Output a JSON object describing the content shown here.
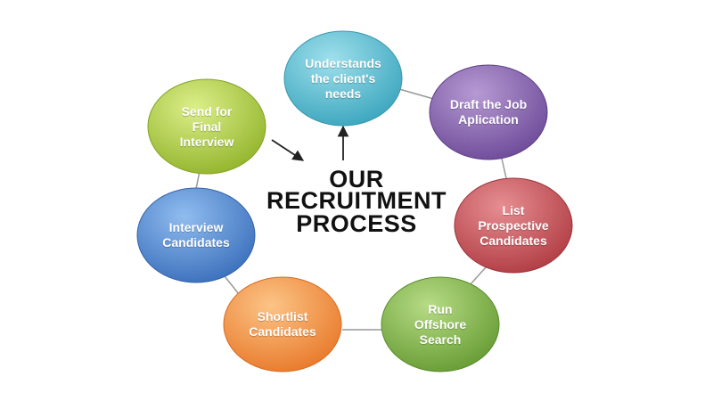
{
  "title_lines": [
    "OUR",
    "RECRUITMENT",
    "PROCESS"
  ],
  "steps": [
    {
      "label": "Understands\nthe client's\nneeds",
      "color": "#4fb8cc"
    },
    {
      "label": "Draft the Job\nAplication",
      "color": "#8661ad"
    },
    {
      "label": "List\nProspective\nCandidates",
      "color": "#c84f55"
    },
    {
      "label": "Run\nOffshore\nSearch",
      "color": "#7fb446"
    },
    {
      "label": "Shortlist\nCandidates",
      "color": "#f28f3b"
    },
    {
      "label": "Interview\nCandidates",
      "color": "#4a86cf"
    },
    {
      "label": "Send for\nFinal\nInterview",
      "color": "#a8c83c"
    }
  ],
  "connector_color": "#999999",
  "arrow_color": "#222222"
}
